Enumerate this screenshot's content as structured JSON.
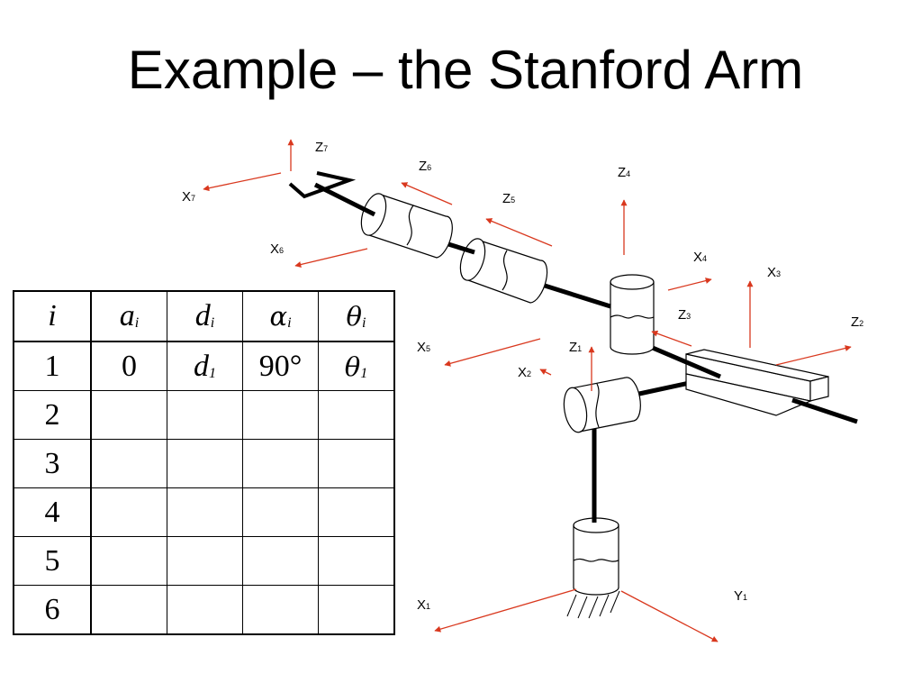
{
  "title": "Example – the Stanford Arm",
  "table": {
    "headers": [
      {
        "main": "i",
        "sub": ""
      },
      {
        "main": "a",
        "sub": "i"
      },
      {
        "main": "d",
        "sub": "i"
      },
      {
        "main": "α",
        "sub": "i"
      },
      {
        "main": "θ",
        "sub": "i"
      }
    ],
    "rows": [
      {
        "i": "1",
        "a": "0",
        "d": "d",
        "d_sub": "1",
        "alpha": "90°",
        "theta": "θ",
        "theta_sub": "1"
      },
      {
        "i": "2",
        "a": "",
        "d": "",
        "d_sub": "",
        "alpha": "",
        "theta": "",
        "theta_sub": ""
      },
      {
        "i": "3",
        "a": "",
        "d": "",
        "d_sub": "",
        "alpha": "",
        "theta": "",
        "theta_sub": ""
      },
      {
        "i": "4",
        "a": "",
        "d": "",
        "d_sub": "",
        "alpha": "",
        "theta": "",
        "theta_sub": ""
      },
      {
        "i": "5",
        "a": "",
        "d": "",
        "d_sub": "",
        "alpha": "",
        "theta": "",
        "theta_sub": ""
      },
      {
        "i": "6",
        "a": "",
        "d": "",
        "d_sub": "",
        "alpha": "",
        "theta": "",
        "theta_sub": ""
      }
    ]
  },
  "axes": {
    "z7": {
      "base": "Z",
      "sub": "7"
    },
    "x7": {
      "base": "X",
      "sub": "7"
    },
    "z6": {
      "base": "Z",
      "sub": "6"
    },
    "x6": {
      "base": "X",
      "sub": "6"
    },
    "z5": {
      "base": "Z",
      "sub": "5"
    },
    "x5": {
      "base": "X",
      "sub": "5"
    },
    "z4": {
      "base": "Z",
      "sub": "4"
    },
    "x4": {
      "base": "X",
      "sub": "4"
    },
    "z3": {
      "base": "Z",
      "sub": "3"
    },
    "x3": {
      "base": "X",
      "sub": "3"
    },
    "z2": {
      "base": "Z",
      "sub": "2"
    },
    "x2": {
      "base": "X",
      "sub": "2"
    },
    "z1": {
      "base": "Z",
      "sub": "1"
    },
    "x1": {
      "base": "X",
      "sub": "1"
    },
    "y1": {
      "base": "Y",
      "sub": "1"
    }
  },
  "colors": {
    "axis_arrow": "#d9381e",
    "link": "#000000"
  }
}
